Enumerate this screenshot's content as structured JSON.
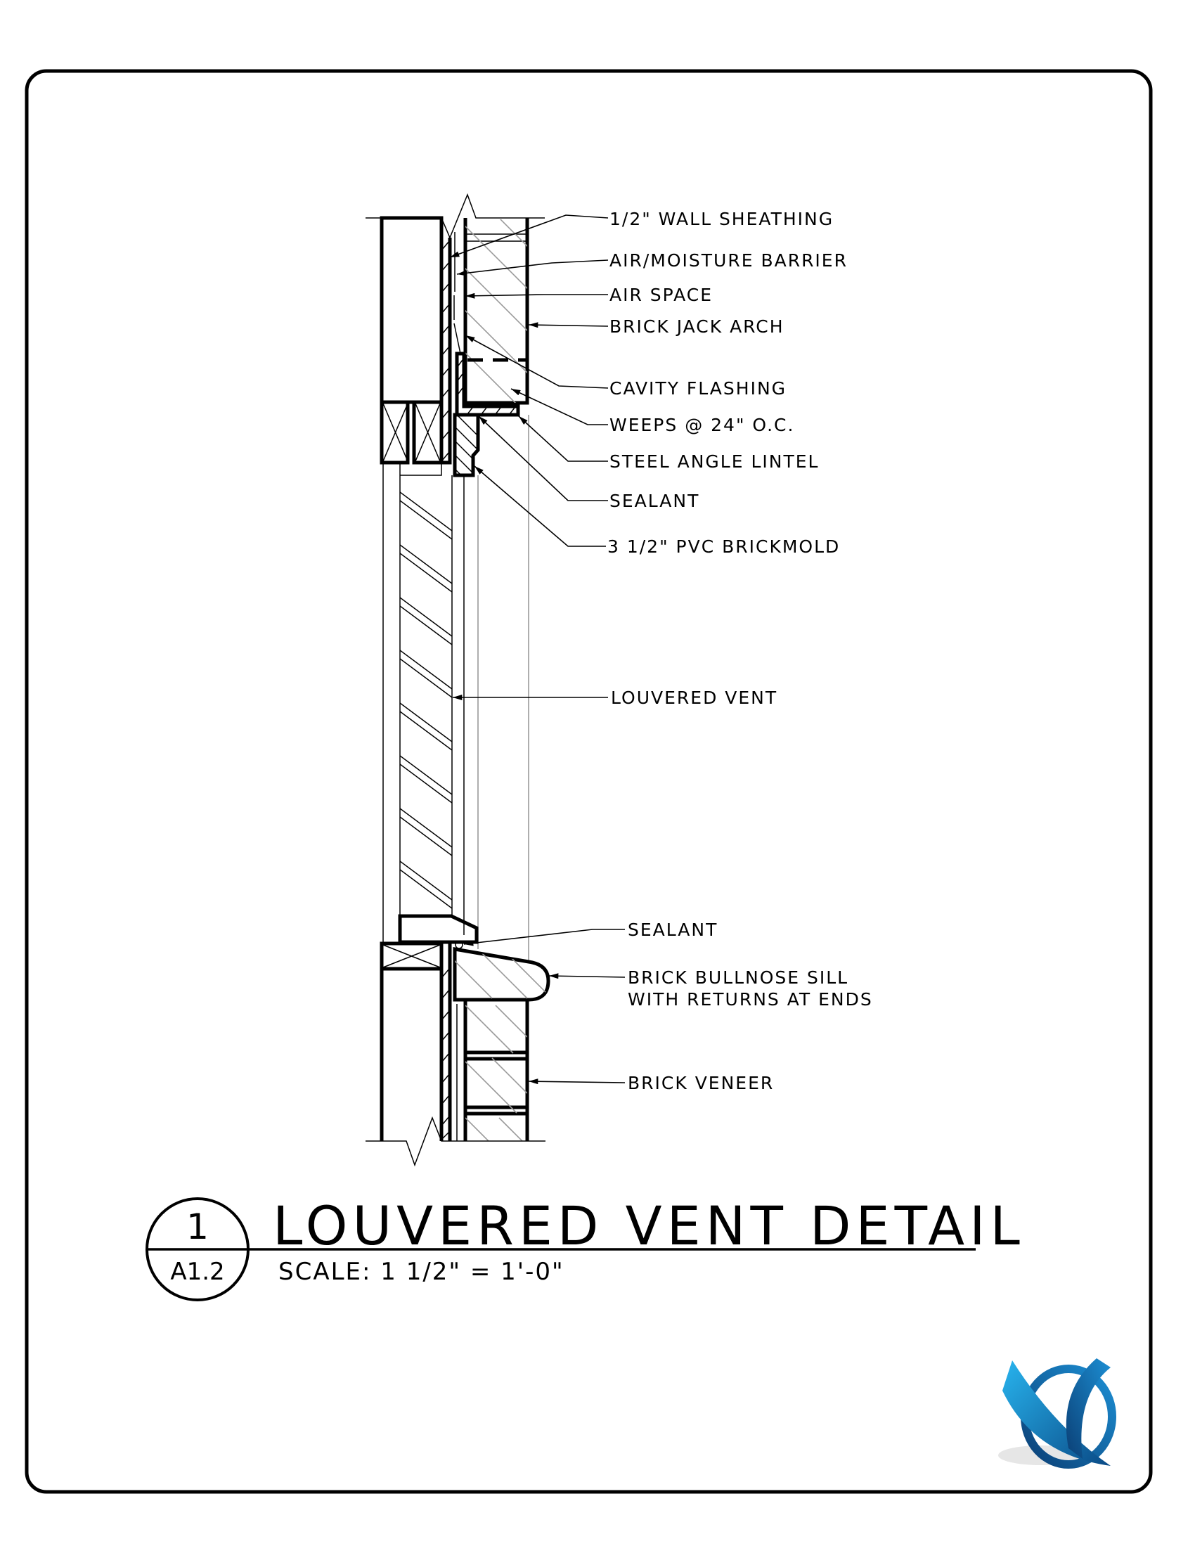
{
  "detail": {
    "number": "1",
    "sheet": "A1.2",
    "title": "LOUVERED VENT DETAIL",
    "scale": "SCALE: 1 1/2\" = 1'-0\""
  },
  "labels": [
    "1/2\" WALL SHEATHING",
    "AIR/MOISTURE BARRIER",
    "AIR SPACE",
    "BRICK JACK ARCH",
    "CAVITY FLASHING",
    "WEEPS @ 24\" O.C.",
    "STEEL ANGLE LINTEL",
    "SEALANT",
    "3 1/2\" PVC BRICKMOLD",
    "LOUVERED VENT",
    "SEALANT",
    "BRICK BULLNOSE SILL",
    "WITH RETURNS AT ENDS",
    "BRICK VENEER"
  ],
  "logo": {
    "name": "company-logo",
    "colors": [
      "#1a9fe0",
      "#0b4f8a"
    ]
  }
}
